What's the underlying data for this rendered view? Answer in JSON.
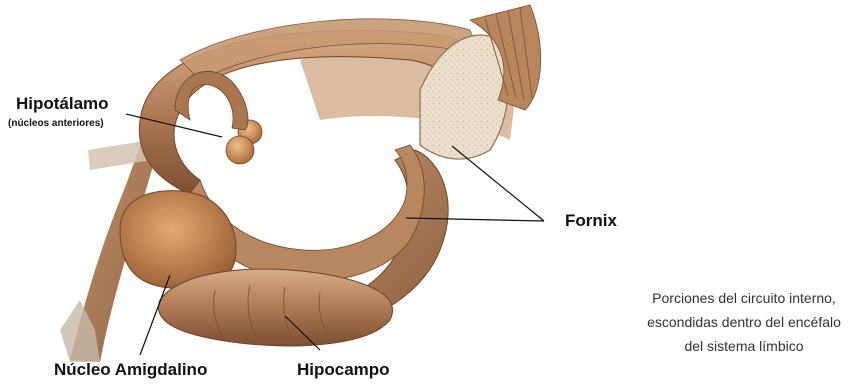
{
  "labels": {
    "hipotalamo": "Hipotálamo",
    "hipotalamo_sub": "(núcleos anteriores)",
    "fornix": "Fornix",
    "amigdalino": "Núcleo Amigdalino",
    "hipocampo": "Hipocampo"
  },
  "caption": {
    "line1": "Porciones del circuito interno,",
    "line2": "escondidas dentro del encéfalo",
    "line3": "del sistema límbico"
  },
  "colors": {
    "tissue_dark": "#8a5a3a",
    "tissue_mid": "#b98660",
    "tissue_light": "#dcb592",
    "nucleus": "#d08a55",
    "cut_surface": "#e9dcc7",
    "leader_line": "#111111"
  }
}
